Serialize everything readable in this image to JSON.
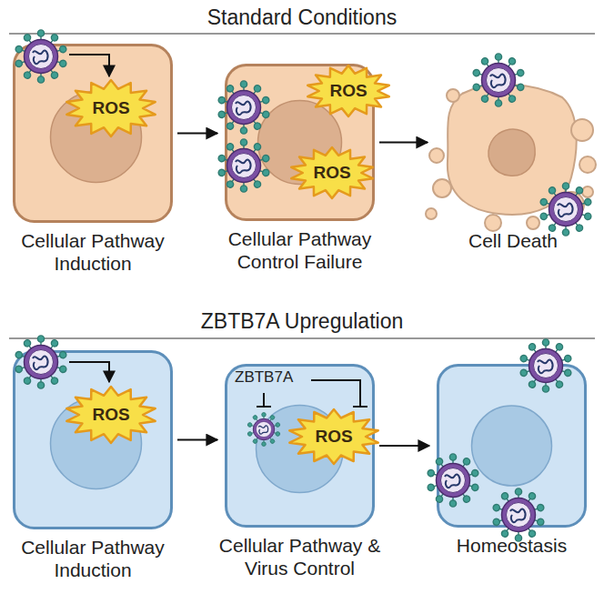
{
  "diagram": {
    "nodes": [
      {
        "text": [
          "Cellular Pathway Induction"
        ]
      },
      {
        "text": [
          "ROS"
        ],
        "in": 0
      },
      {
        "text": [
          "Cellular Pathway Control Failure"
        ]
      },
      {
        "text": [
          "ROS"
        ],
        "in": 2
      },
      {
        "text": [
          "ROS"
        ],
        "in": 2
      },
      {
        "text": [
          "Cell Death"
        ]
      },
      {
        "text": [
          "Cellular Pathway Induction"
        ]
      },
      {
        "text": [
          "ROS"
        ],
        "in": 6
      },
      {
        "text": [
          "Cellular Pathway & Virus Control"
        ]
      },
      {
        "text": [
          "ROS"
        ],
        "in": 8
      },
      {
        "text": [
          "Homeostasis"
        ]
      }
    ],
    "edges": [
      {
        "from": 0,
        "to": 2,
        "arrow": "to"
      },
      {
        "from": 2,
        "to": 5,
        "arrow": "to"
      },
      {
        "from": 6,
        "to": 8,
        "arrow": "to"
      },
      {
        "from": 8,
        "to": 10,
        "arrow": "to"
      }
    ],
    "labels": [
      "Standard Conditions",
      "ZBTB7A Upregulation",
      "ZBTB7A"
    ]
  }
}
